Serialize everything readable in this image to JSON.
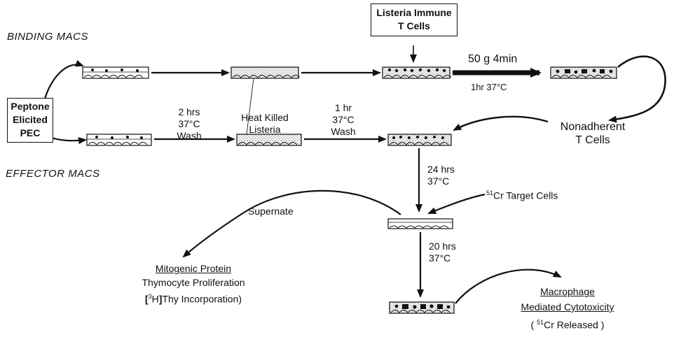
{
  "section_labels": {
    "binding": "BINDING MACS",
    "effector": "EFFECTOR MACS"
  },
  "start_box": {
    "line1": "Peptone",
    "line2": "Elicited",
    "line3": "PEC"
  },
  "immune_box": {
    "line1": "Listeria Immune",
    "line2": "T Cells"
  },
  "steps": {
    "wash1": {
      "line1": "2 hrs",
      "line2": "37°C",
      "line3": "Wash"
    },
    "heat_killed": {
      "line1": "Heat Killed",
      "line2": "Listeria"
    },
    "wash2": {
      "line1": "1 hr",
      "line2": "37°C",
      "line3": "Wash"
    },
    "spin": {
      "line1": "50 g 4min",
      "line2": "1hr 37°C"
    },
    "nonadherent": {
      "line1": "Nonadherent",
      "line2": "T Cells"
    },
    "incubate24": {
      "line1": "24 hrs",
      "line2": "37°C"
    },
    "target_cells": {
      "sup": "51",
      "text": "Cr Target Cells"
    },
    "supernate": "Supernate",
    "incubate20": {
      "line1": "20 hrs",
      "line2": "37°C"
    }
  },
  "mitogenic": {
    "title": "Mitogenic Protein",
    "line2": "Thymocyte Proliferation",
    "line3_sup": "3",
    "line3_text": "Thy Incorporation)"
  },
  "cytotoxicity": {
    "line1": "Macrophage",
    "line2": "Mediated Cytotoxicity",
    "line3_prefix": "( ",
    "line3_sup": "51",
    "line3_text": "Cr Released )"
  },
  "colors": {
    "ink": "#111111",
    "background": "#ffffff",
    "stipple": "#bdbdbd"
  }
}
